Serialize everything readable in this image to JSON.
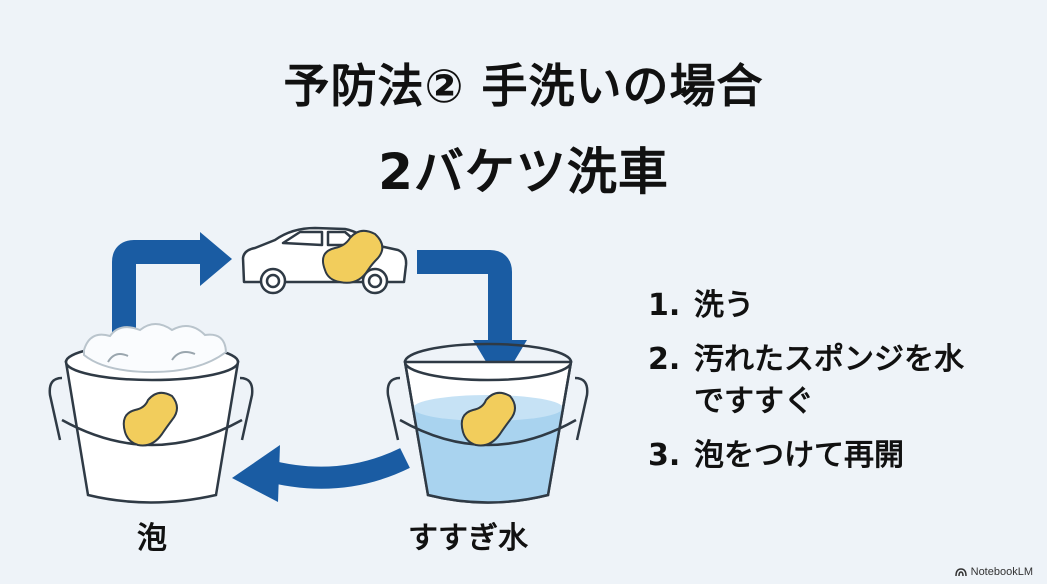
{
  "title": {
    "line1": "予防法② 手洗いの場合",
    "line2": "2バケツ洗車"
  },
  "diagram": {
    "buckets": [
      {
        "label": "泡",
        "content": "foam",
        "icon": "bucket-with-foam-and-sponge"
      },
      {
        "label": "すすぎ水",
        "content": "rinse-water",
        "icon": "bucket-with-water-and-sponge"
      }
    ],
    "car_icon": "car-with-sponge",
    "arrows": [
      "foam-bucket-to-car",
      "car-to-rinse-bucket",
      "rinse-bucket-to-foam-bucket"
    ],
    "colors": {
      "arrow": "#1a5ca3",
      "water": "#a9d3ef",
      "sponge": "#f2cd5c",
      "outline": "#2f3a45",
      "background": "#eef3f8"
    }
  },
  "steps": [
    {
      "num": "1.",
      "text": "洗う"
    },
    {
      "num": "2.",
      "text": "汚れたスポンジを水ですすぐ"
    },
    {
      "num": "3.",
      "text": "泡をつけて再開"
    }
  ],
  "brand": {
    "label": "NotebookLM"
  }
}
